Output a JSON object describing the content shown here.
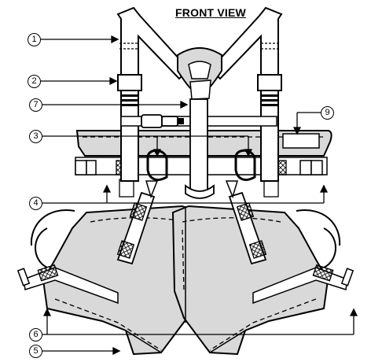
{
  "diagram": {
    "title": "FRONT VIEW",
    "callouts": [
      {
        "id": "c1",
        "label": "1"
      },
      {
        "id": "c2",
        "label": "2"
      },
      {
        "id": "c7",
        "label": "7"
      },
      {
        "id": "c9",
        "label": "9"
      },
      {
        "id": "c3",
        "label": "3"
      },
      {
        "id": "c4",
        "label": "4"
      },
      {
        "id": "c6",
        "label": "6"
      },
      {
        "id": "c5",
        "label": "5"
      }
    ]
  },
  "colors": {
    "ink": "#000000",
    "pad_fill": "#d9d9d9",
    "strap_fill": "#ffffff",
    "background": "#ffffff"
  }
}
